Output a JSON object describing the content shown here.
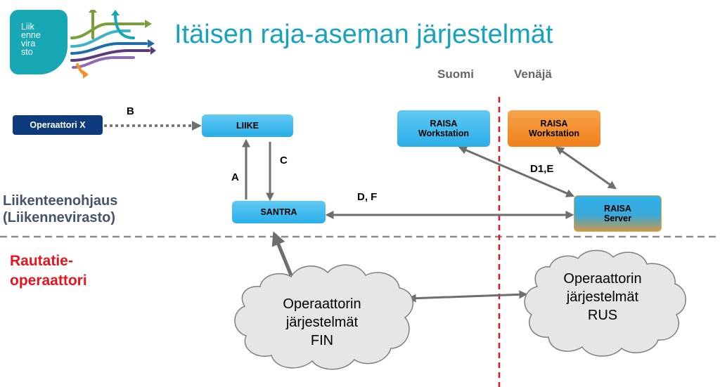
{
  "logo": {
    "lines": [
      "Liik",
      "enne",
      "vira",
      "sto"
    ]
  },
  "title": "Itäisen raja-aseman järjestelmät",
  "columns": {
    "left": "Suomi",
    "right": "Venäjä"
  },
  "zones": {
    "top": [
      "Liikenteenohjaus",
      "(Liikennevirasto)"
    ],
    "bottom": [
      "Rautatie-",
      "operaattori"
    ]
  },
  "nodes": {
    "operator_x": "Operaattori X",
    "liike": "LIIKE",
    "santra": "SANTRA",
    "raisa_ws_fi": [
      "RAISA",
      "Workstation"
    ],
    "raisa_ws_ru": [
      "RAISA",
      "Workstation"
    ],
    "raisa_server": [
      "RAISA",
      "Server"
    ]
  },
  "clouds": {
    "fin": [
      "Operaattorin",
      "järjestelmät",
      "FIN"
    ],
    "rus": [
      "Operaattorin",
      "järjestelmät",
      "RUS"
    ]
  },
  "edge_labels": {
    "b": "B",
    "a": "A",
    "c": "C",
    "df": "D, F",
    "d1e": "D1,E"
  },
  "colors": {
    "title": "#16a3bd",
    "node_blue": "#2aaee8",
    "node_navy": "#0e3b7c",
    "node_orange": "#ef7f1a",
    "zone_top": "#44546a",
    "zone_bottom": "#e8141b",
    "border_line": "#e8141b",
    "divider": "#8c8c8c",
    "arrow": "#6e6e6e"
  }
}
